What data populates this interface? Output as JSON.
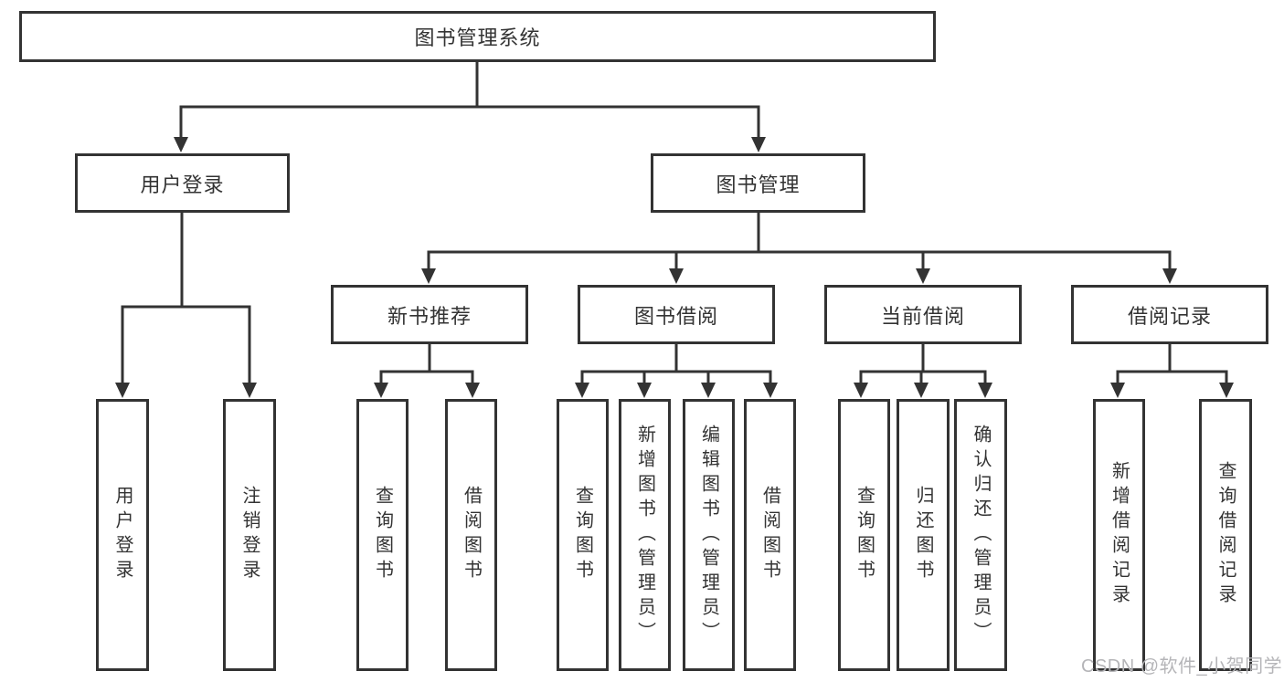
{
  "tree": {
    "label": "图书管理系统",
    "children": [
      {
        "label": "用户登录",
        "children": [
          {
            "label": "用户登录"
          },
          {
            "label": "注销登录"
          }
        ]
      },
      {
        "label": "图书管理",
        "children": [
          {
            "label": "新书推荐",
            "children": [
              {
                "label": "查询图书"
              },
              {
                "label": "借阅图书"
              }
            ]
          },
          {
            "label": "图书借阅",
            "children": [
              {
                "label": "查询图书"
              },
              {
                "label": "新增图书（管理员）"
              },
              {
                "label": "编辑图书（管理员）"
              },
              {
                "label": "借阅图书"
              }
            ]
          },
          {
            "label": "当前借阅",
            "children": [
              {
                "label": "查询图书"
              },
              {
                "label": "归还图书"
              },
              {
                "label": "确认归还（管理员）"
              }
            ]
          },
          {
            "label": "借阅记录",
            "children": [
              {
                "label": "新增借阅记录"
              },
              {
                "label": "查询借阅记录"
              }
            ]
          }
        ]
      }
    ]
  },
  "watermark": "CSDN @软件_小贺同学",
  "colors": {
    "line": "#333333",
    "text": "#333333",
    "watermark": "#b5b5b8",
    "background": "#ffffff"
  }
}
